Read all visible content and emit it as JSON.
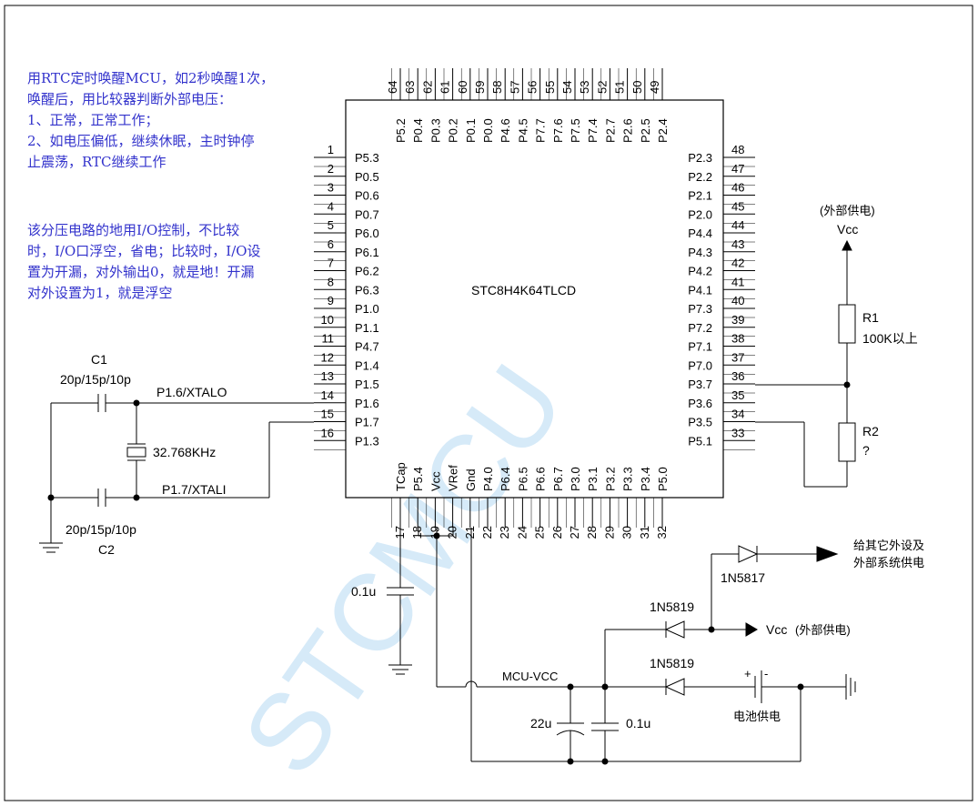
{
  "notes": {
    "wakeup": "用RTC定时唤醒MCU，如2秒唤醒1次，\n唤醒后，用比较器判断外部电压：\n1、正常，正常工作；\n2、如电压偏低，继续休眠，主时钟停\n止震荡，RTC继续工作",
    "divider": "该分压电路的地用I/O控制，不比较\n时，I/O口浮空，省电；比较时，I/O设\n置为开漏，对外输出0，就是地！开漏\n对外设置为1，就是浮空"
  },
  "chip": {
    "name": "STC8H4K64TLCD"
  },
  "pins": {
    "left": [
      {
        "num": "1",
        "name": "P5.3"
      },
      {
        "num": "2",
        "name": "P0.5"
      },
      {
        "num": "3",
        "name": "P0.6"
      },
      {
        "num": "4",
        "name": "P0.7"
      },
      {
        "num": "5",
        "name": "P6.0"
      },
      {
        "num": "6",
        "name": "P6.1"
      },
      {
        "num": "7",
        "name": "P6.2"
      },
      {
        "num": "8",
        "name": "P6.3"
      },
      {
        "num": "9",
        "name": "P1.0"
      },
      {
        "num": "10",
        "name": "P1.1"
      },
      {
        "num": "11",
        "name": "P4.7"
      },
      {
        "num": "12",
        "name": "P1.4"
      },
      {
        "num": "13",
        "name": "P1.5"
      },
      {
        "num": "14",
        "name": "P1.6"
      },
      {
        "num": "15",
        "name": "P1.7"
      },
      {
        "num": "16",
        "name": "P1.3"
      }
    ],
    "bottom": [
      {
        "num": "17",
        "name": "TCap"
      },
      {
        "num": "18",
        "name": "P5.4"
      },
      {
        "num": "19",
        "name": "Vcc"
      },
      {
        "num": "20",
        "name": "VRef"
      },
      {
        "num": "21",
        "name": "Gnd"
      },
      {
        "num": "22",
        "name": "P4.0"
      },
      {
        "num": "23",
        "name": "P6.4"
      },
      {
        "num": "24",
        "name": "P6.5"
      },
      {
        "num": "25",
        "name": "P6.6"
      },
      {
        "num": "26",
        "name": "P6.7"
      },
      {
        "num": "27",
        "name": "P3.0"
      },
      {
        "num": "28",
        "name": "P3.1"
      },
      {
        "num": "29",
        "name": "P3.2"
      },
      {
        "num": "30",
        "name": "P3.3"
      },
      {
        "num": "31",
        "name": "P3.4"
      },
      {
        "num": "32",
        "name": "P5.0"
      }
    ],
    "right": [
      {
        "num": "33",
        "name": "P5.1"
      },
      {
        "num": "34",
        "name": "P3.5"
      },
      {
        "num": "35",
        "name": "P3.6"
      },
      {
        "num": "36",
        "name": "P3.7"
      },
      {
        "num": "37",
        "name": "P7.0"
      },
      {
        "num": "38",
        "name": "P7.1"
      },
      {
        "num": "39",
        "name": "P7.2"
      },
      {
        "num": "40",
        "name": "P7.3"
      },
      {
        "num": "41",
        "name": "P4.1"
      },
      {
        "num": "42",
        "name": "P4.2"
      },
      {
        "num": "43",
        "name": "P4.3"
      },
      {
        "num": "44",
        "name": "P4.4"
      },
      {
        "num": "45",
        "name": "P2.0"
      },
      {
        "num": "46",
        "name": "P2.1"
      },
      {
        "num": "47",
        "name": "P2.2"
      },
      {
        "num": "48",
        "name": "P2.3"
      }
    ],
    "top": [
      {
        "num": "49",
        "name": "P2.4"
      },
      {
        "num": "50",
        "name": "P2.5"
      },
      {
        "num": "51",
        "name": "P2.6"
      },
      {
        "num": "52",
        "name": "P2.7"
      },
      {
        "num": "53",
        "name": "P7.4"
      },
      {
        "num": "54",
        "name": "P7.5"
      },
      {
        "num": "55",
        "name": "P7.6"
      },
      {
        "num": "56",
        "name": "P7.7"
      },
      {
        "num": "57",
        "name": "P4.5"
      },
      {
        "num": "58",
        "name": "P4.6"
      },
      {
        "num": "59",
        "name": "P0.0"
      },
      {
        "num": "60",
        "name": "P0.1"
      },
      {
        "num": "61",
        "name": "P0.2"
      },
      {
        "num": "62",
        "name": "P0.3"
      },
      {
        "num": "63",
        "name": "P0.4"
      },
      {
        "num": "64",
        "name": "P5.2"
      }
    ]
  },
  "crystal": {
    "c1_name": "C1",
    "c1_value": "20p/15p/10p",
    "c2_name": "C2",
    "c2_value": "20p/15p/10p",
    "freq": "32.768KHz",
    "net_xtalo": "P1.6/XTALO",
    "net_xtali": "P1.7/XTALI"
  },
  "divider": {
    "supply_note": "(外部供电)",
    "supply": "Vcc",
    "r1_name": "R1",
    "r1_value": "100K以上",
    "r2_name": "R2",
    "r2_value": "?"
  },
  "power": {
    "tcap_cap": "0.1u",
    "d_out": "1N5817",
    "out_note": "给其它外设及\n外部系统供电",
    "d_vcc": "1N5819",
    "vcc_out": "Vcc",
    "vcc_note": "(外部供电)",
    "d_bat": "1N5819",
    "battery": "电池供电",
    "net_mcu": "MCU-VCC",
    "c_bulk": "22u",
    "c_dec": "0.1u",
    "bat_plus": "+",
    "bat_minus": "-"
  },
  "watermark": "STCMCU"
}
